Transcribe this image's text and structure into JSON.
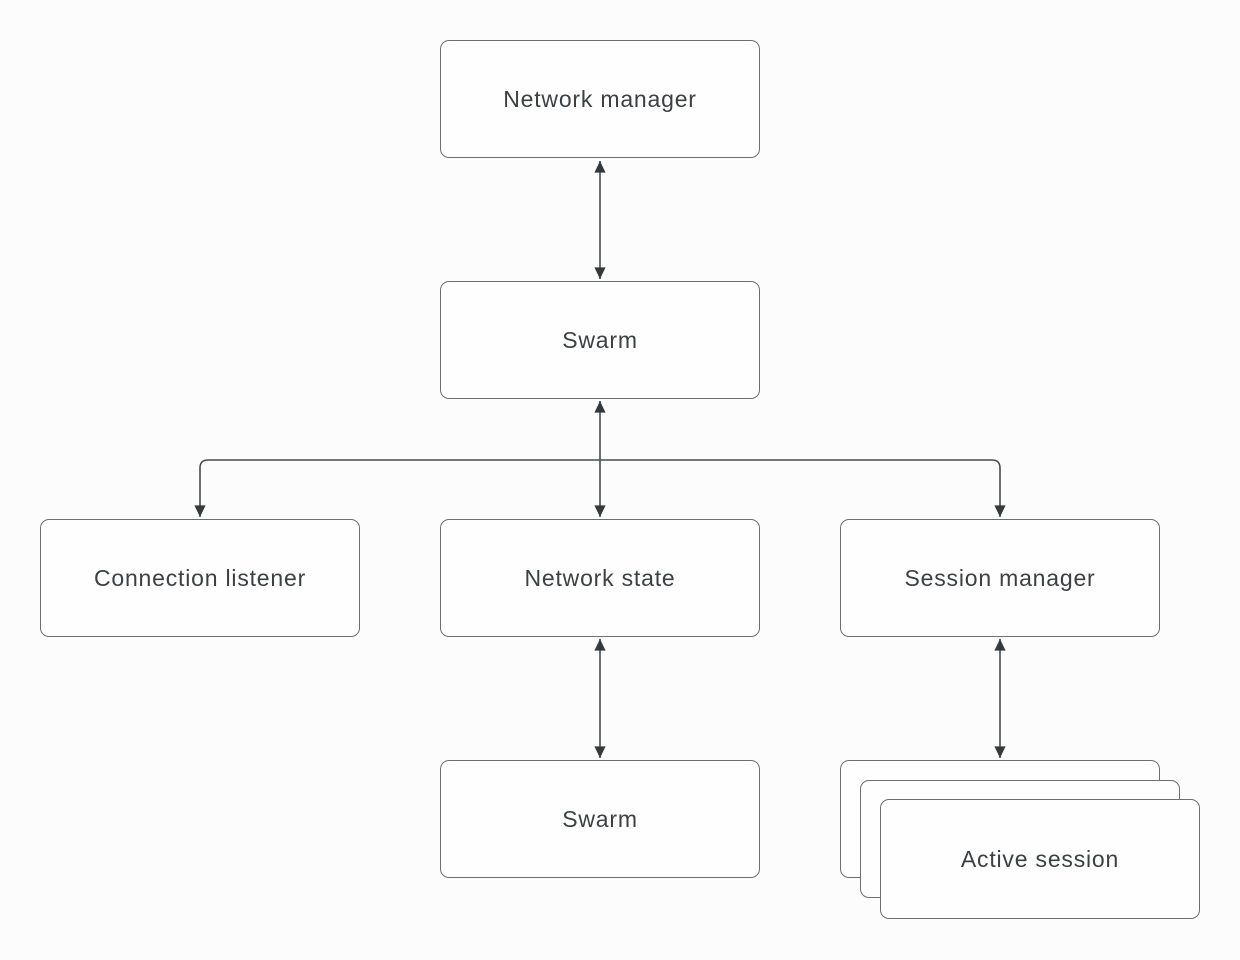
{
  "diagram": {
    "type": "architecture-flowchart",
    "nodes": {
      "network_manager": {
        "label": "Network manager"
      },
      "swarm_top": {
        "label": "Swarm"
      },
      "connection_listener": {
        "label": "Connection listener"
      },
      "network_state": {
        "label": "Network state"
      },
      "session_manager": {
        "label": "Session manager"
      },
      "swarm_bottom": {
        "label": "Swarm"
      },
      "active_session": {
        "label": "Active session",
        "stack_count": 3
      }
    },
    "edges": [
      {
        "from": "network_manager",
        "to": "swarm_top",
        "type": "bidirectional"
      },
      {
        "from": "swarm_top",
        "to": "network_state",
        "type": "bidirectional"
      },
      {
        "from": "swarm_top",
        "to": "connection_listener",
        "type": "directed"
      },
      {
        "from": "swarm_top",
        "to": "session_manager",
        "type": "directed"
      },
      {
        "from": "network_state",
        "to": "swarm_bottom",
        "type": "bidirectional"
      },
      {
        "from": "session_manager",
        "to": "active_session",
        "type": "bidirectional"
      }
    ],
    "colors": {
      "background": "#fcfcfc",
      "box_fill": "#fefefe",
      "box_border": "#6b6f72",
      "line": "#494d50",
      "arrowhead": "#35393c",
      "text": "#3c4043"
    }
  }
}
